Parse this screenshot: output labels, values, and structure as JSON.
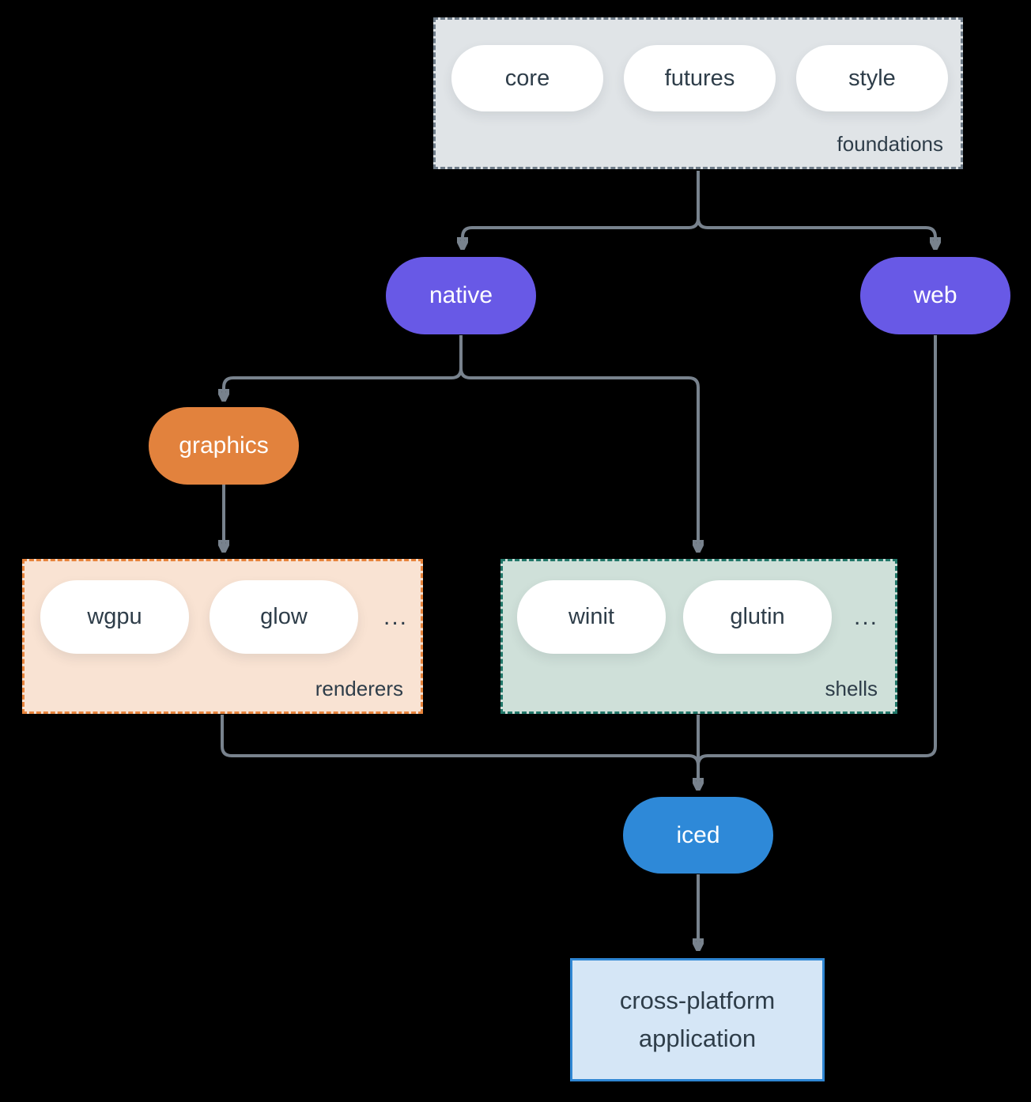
{
  "diagram": {
    "foundations": {
      "label": "foundations",
      "pills": [
        "core",
        "futures",
        "style"
      ]
    },
    "native": {
      "label": "native"
    },
    "web": {
      "label": "web"
    },
    "graphics": {
      "label": "graphics"
    },
    "renderers": {
      "label": "renderers",
      "pills": [
        "wgpu",
        "glow"
      ],
      "ellipsis": "..."
    },
    "shells": {
      "label": "shells",
      "pills": [
        "winit",
        "glutin"
      ],
      "ellipsis": "..."
    },
    "iced": {
      "label": "iced"
    },
    "application": {
      "label": "cross-platform application"
    }
  },
  "colors": {
    "background": "#000000",
    "arrow": "#78828d",
    "purple_node": "#6859e6",
    "orange_node": "#e2823d",
    "blue_node": "#2e89d8",
    "foundations_fill": "#e0e4e7",
    "foundations_border": "#6e7b88",
    "renderers_fill": "#f9e3d3",
    "renderers_border": "#e8843c",
    "shells_fill": "#cfe0d9",
    "shells_border": "#217769",
    "application_fill": "#d5e6f6",
    "application_border": "#2f86d3",
    "white_pill_text": "#2e3d49"
  }
}
